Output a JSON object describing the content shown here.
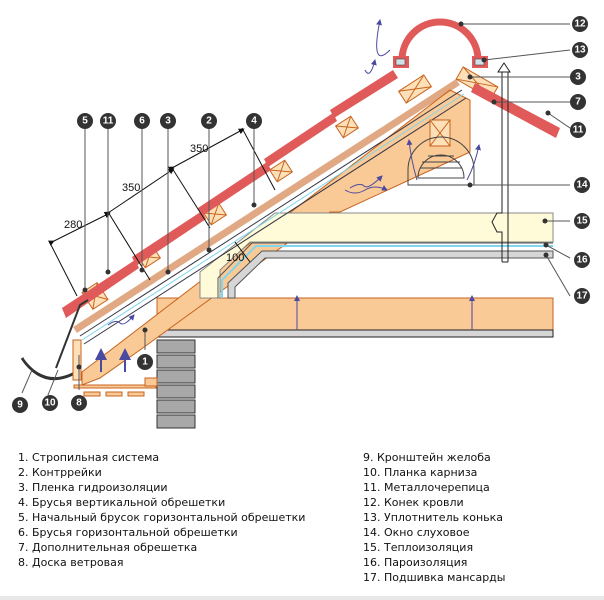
{
  "colors": {
    "roof_tile": "#e05a5a",
    "timber": "#f9c996",
    "timber_light": "#fde0b8",
    "insulation": "#fffbd9",
    "vapor_barrier": "#7fd6ee",
    "finish_board": "#d6d6d6",
    "brick": "#a8a8a8",
    "callout_bg": "#333333",
    "arrow": "#4a4aa0"
  },
  "dimensions": {
    "d1": "350",
    "d2": "350",
    "d3": "280",
    "d4": "100"
  },
  "callouts": [
    {
      "num": "1"
    },
    {
      "num": "2"
    },
    {
      "num": "3"
    },
    {
      "num": "4"
    },
    {
      "num": "5"
    },
    {
      "num": "6"
    },
    {
      "num": "7"
    },
    {
      "num": "8"
    },
    {
      "num": "9"
    },
    {
      "num": "10"
    },
    {
      "num": "11"
    },
    {
      "num": "12"
    },
    {
      "num": "13"
    },
    {
      "num": "14"
    },
    {
      "num": "15"
    },
    {
      "num": "16"
    },
    {
      "num": "17"
    }
  ],
  "legend": {
    "left": [
      "1. Стропильная система",
      "2. Контррейки",
      "3. Пленка гидроизоляции",
      "4. Брусья вертикальной обрешетки",
      "5. Начальный брусок горизонтальной обрешетки",
      "6. Брусья горизонтальной обрешетки",
      "7. Дополнительная обрешетка",
      "8. Доска ветровая"
    ],
    "right": [
      "9. Кронштейн желоба",
      "10. Планка карниза",
      "11. Металлочерепица",
      "12. Конек кровли",
      "13. Уплотнитель конька",
      "14. Окно слуховое",
      "15. Теплоизоляция",
      "16. Пароизоляция",
      "17. Подшивка мансарды"
    ]
  }
}
